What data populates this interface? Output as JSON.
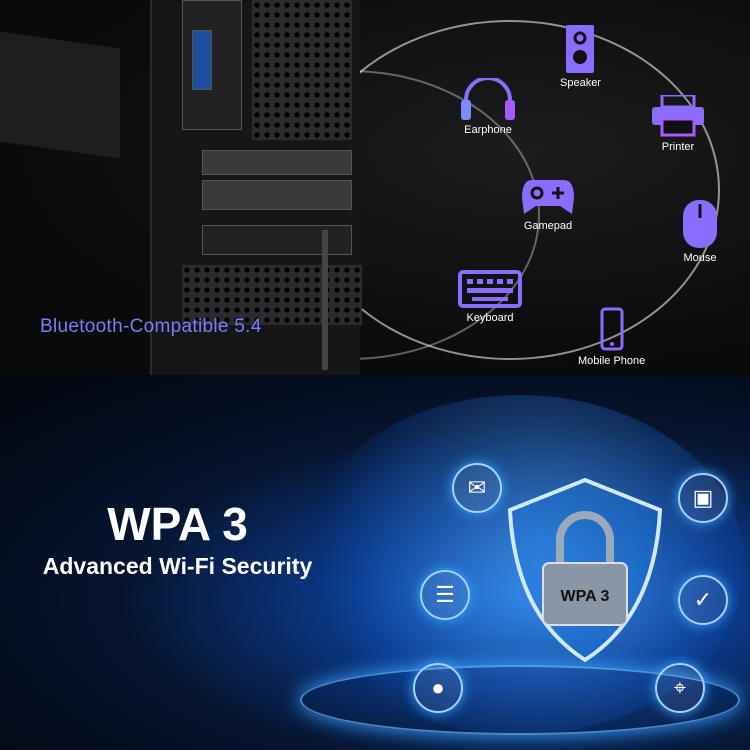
{
  "top_panel": {
    "caption": "Bluetooth-Compatible 5.4",
    "accent": "#7b7cff",
    "devices": [
      {
        "label": "Speaker",
        "icon": "speaker-icon"
      },
      {
        "label": "Earphone",
        "icon": "headphones-icon"
      },
      {
        "label": "Printer",
        "icon": "printer-icon"
      },
      {
        "label": "Gamepad",
        "icon": "gamepad-icon"
      },
      {
        "label": "Mouse",
        "icon": "mouse-icon"
      },
      {
        "label": "Keyboard",
        "icon": "keyboard-icon"
      },
      {
        "label": "Mobile Phone",
        "icon": "mobile-phone-icon"
      }
    ]
  },
  "bottom_panel": {
    "title": "WPA 3",
    "subtitle": "Advanced Wi-Fi Security",
    "shield_text": "WPA 3",
    "icons": [
      "mail-icon",
      "id-card-icon",
      "chat-icon",
      "document-check-icon",
      "user-icon",
      "location-pin-icon"
    ]
  }
}
